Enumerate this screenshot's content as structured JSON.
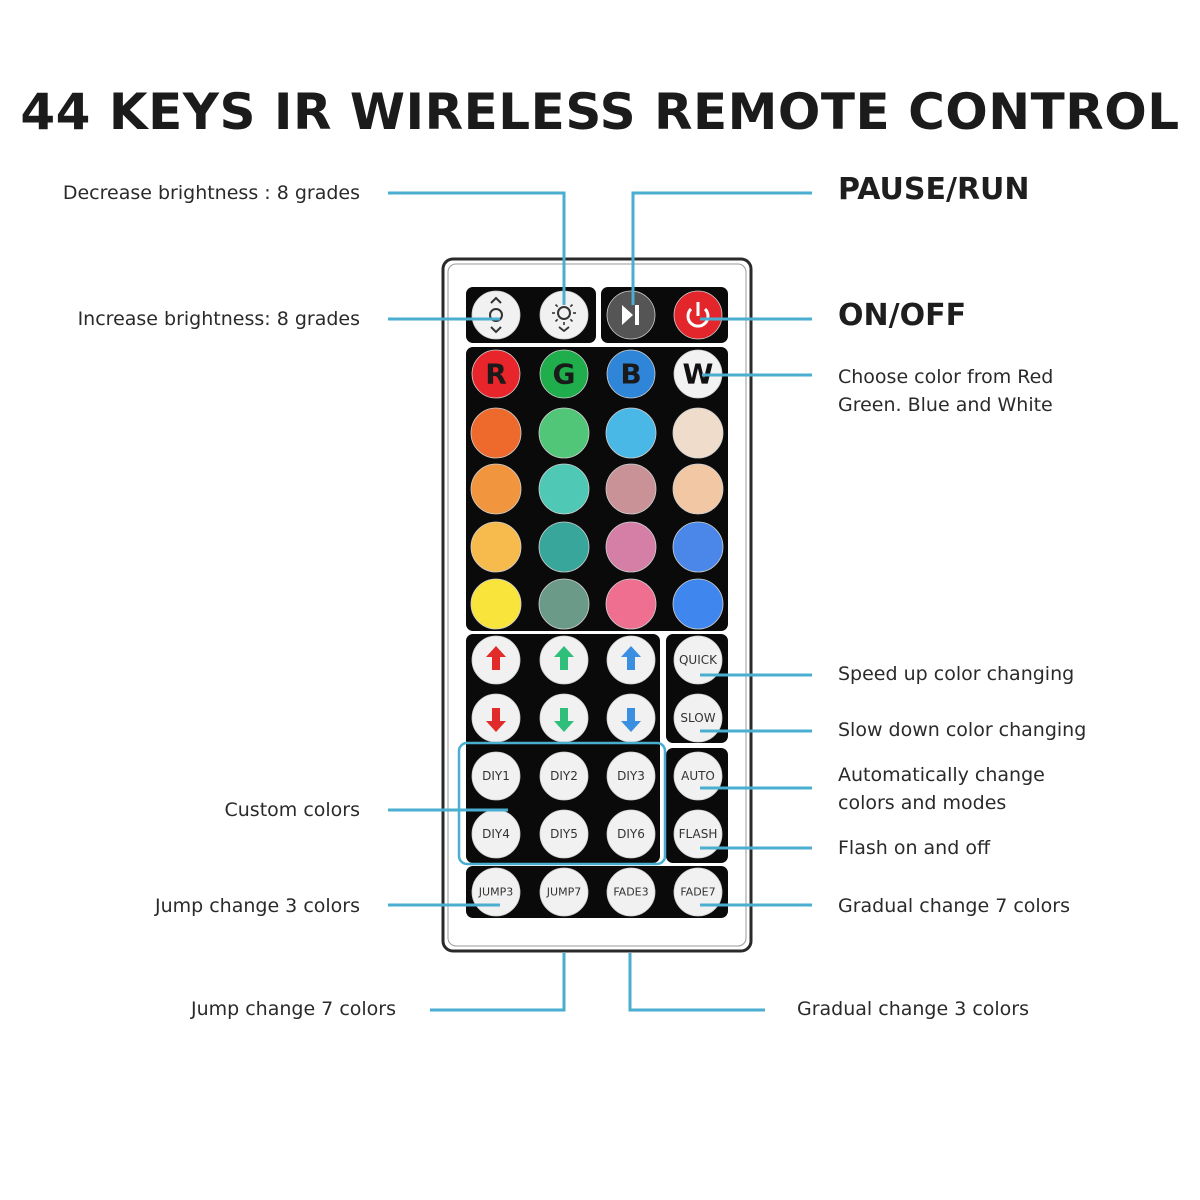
{
  "title": "44 KEYS IR WIRELESS REMOTE CONTROL",
  "labels": {
    "decrease_brightness": "Decrease brightness : 8 grades",
    "increase_brightness": "Increase brightness: 8 grades",
    "pause_run": "PAUSE/RUN",
    "on_off": "ON/OFF",
    "choose_color_line1": "Choose color from Red",
    "choose_color_line2": "Green. Blue and White",
    "speed_up": "Speed up color changing",
    "slow_down": "Slow down color changing",
    "auto_line1": "Automatically change",
    "auto_line2": "colors and modes",
    "flash": "Flash on and off",
    "gradual7": "Gradual change 7 colors",
    "custom_colors": "Custom colors",
    "jump3": "Jump change 3 colors",
    "jump7": "Jump change 7 colors",
    "gradual3": "Gradual change 3 colors"
  },
  "remote": {
    "rgbw": [
      "R",
      "G",
      "B",
      "W"
    ],
    "rgbw_colors": [
      "#e8252b",
      "#1fae4b",
      "#2f86d8",
      "#f2f2f2"
    ],
    "palette": [
      [
        "#ee6a2c",
        "#52c678",
        "#4ab8e6",
        "#f0dccb"
      ],
      [
        "#f2953f",
        "#4fc9b6",
        "#c89296",
        "#f2c7a4"
      ],
      [
        "#f6bb4c",
        "#38a69a",
        "#d57fa6",
        "#4b87e8"
      ],
      [
        "#f8e43a",
        "#6b9a88",
        "#ee6f90",
        "#3f86ee"
      ]
    ],
    "diy": [
      "DIY1",
      "DIY2",
      "DIY3",
      "DIY4",
      "DIY5",
      "DIY6"
    ],
    "quick": "QUICK",
    "slow": "SLOW",
    "auto": "AUTO",
    "flash": "FLASH",
    "bottom_row": [
      "JUMP3",
      "JUMP7",
      "FADE3",
      "FADE7"
    ]
  },
  "colors": {
    "leader_line": "#4aaed0",
    "panel": "#0a0a0a",
    "button_face": "#f1f1f1",
    "power_red": "#e3262b",
    "arrow_red": "#e12a2a",
    "arrow_green": "#2fbf7a",
    "arrow_blue": "#3b8fe0"
  },
  "icons": {
    "brightness_down": "sun-down-icon",
    "brightness_up": "sun-up-icon",
    "play_pause": "play-pause-icon",
    "power": "power-icon"
  }
}
